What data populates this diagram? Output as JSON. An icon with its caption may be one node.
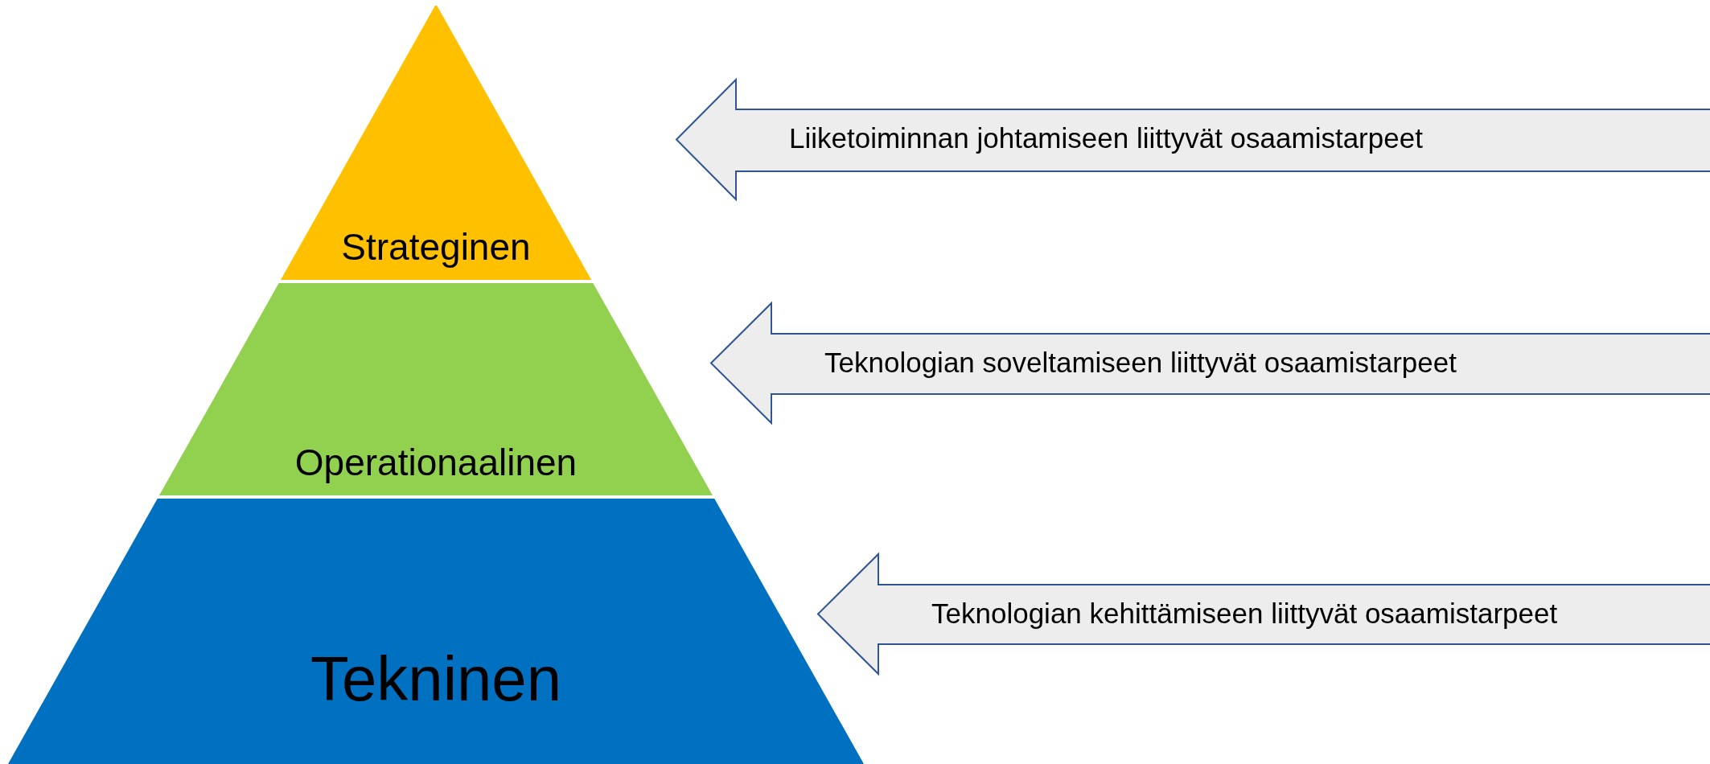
{
  "diagram": {
    "nodes": [
      {
        "text": [
          "Strateginen"
        ]
      },
      {
        "text": [
          "Operationaalinen"
        ]
      },
      {
        "text": [
          "Tekninen"
        ]
      },
      {
        "text": [
          "Liiketoiminnan johtamiseen liittyvät osaamistarpeet"
        ]
      },
      {
        "text": [
          "Teknologian soveltamiseen liittyvät osaamistarpeet"
        ]
      },
      {
        "text": [
          "Teknologian kehittämiseen liittyvät osaamistarpeet"
        ]
      }
    ]
  }
}
